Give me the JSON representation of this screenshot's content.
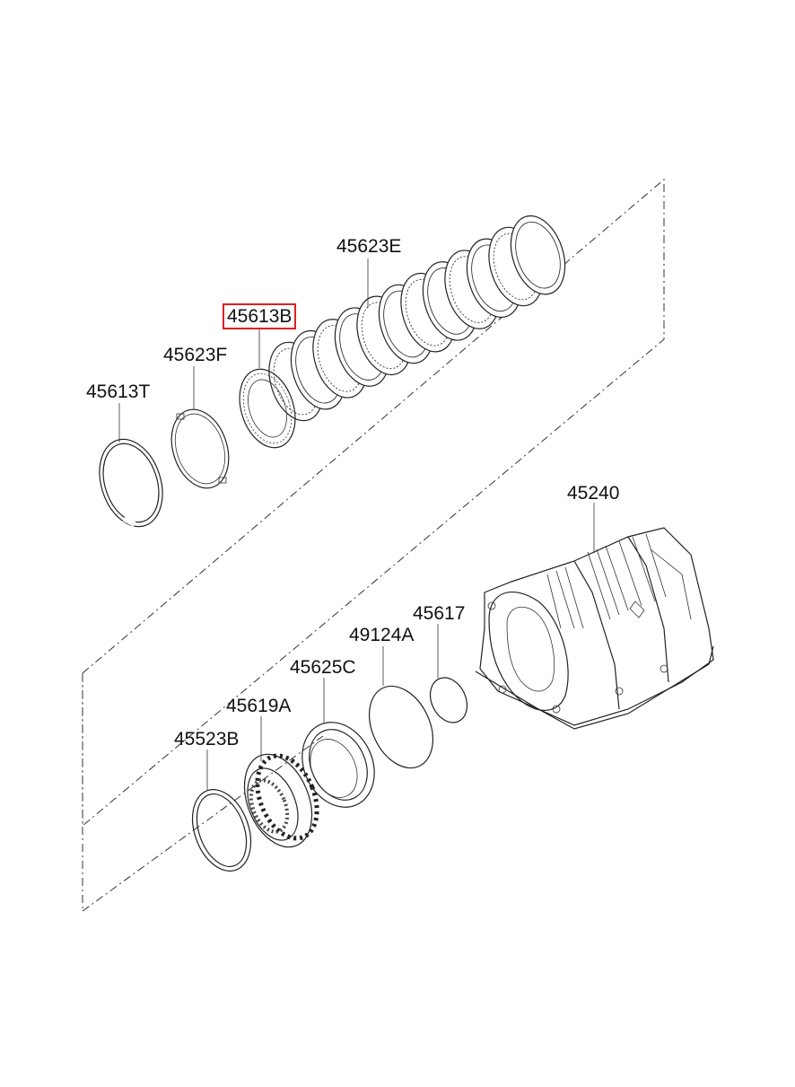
{
  "diagram": {
    "highlight_color": "#e02020",
    "selected_part": "45613B",
    "labels": {
      "p45623E": "45623E",
      "p45613B": "45613B",
      "p45623F": "45623F",
      "p45613T": "45613T",
      "p45240": "45240",
      "p45617": "45617",
      "p49124A": "49124A",
      "p45625C": "45625C",
      "p45619A": "45619A",
      "p45523B": "45523B"
    }
  }
}
